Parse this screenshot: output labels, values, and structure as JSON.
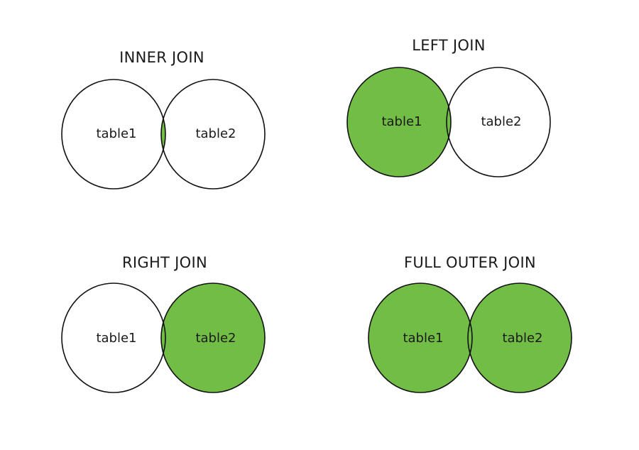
{
  "colors": {
    "fill": "#72bd45",
    "stroke": "#111111",
    "text": "#1a1a1a",
    "background": "#ffffff"
  },
  "diagrams": [
    {
      "title": "INNER JOIN",
      "left_label": "table1",
      "right_label": "table2",
      "highlight": "intersection"
    },
    {
      "title": "LEFT JOIN",
      "left_label": "table1",
      "right_label": "table2",
      "highlight": "left"
    },
    {
      "title": "RIGHT JOIN",
      "left_label": "table1",
      "right_label": "table2",
      "highlight": "right"
    },
    {
      "title": "FULL OUTER JOIN",
      "left_label": "table1",
      "right_label": "table2",
      "highlight": "both"
    }
  ]
}
